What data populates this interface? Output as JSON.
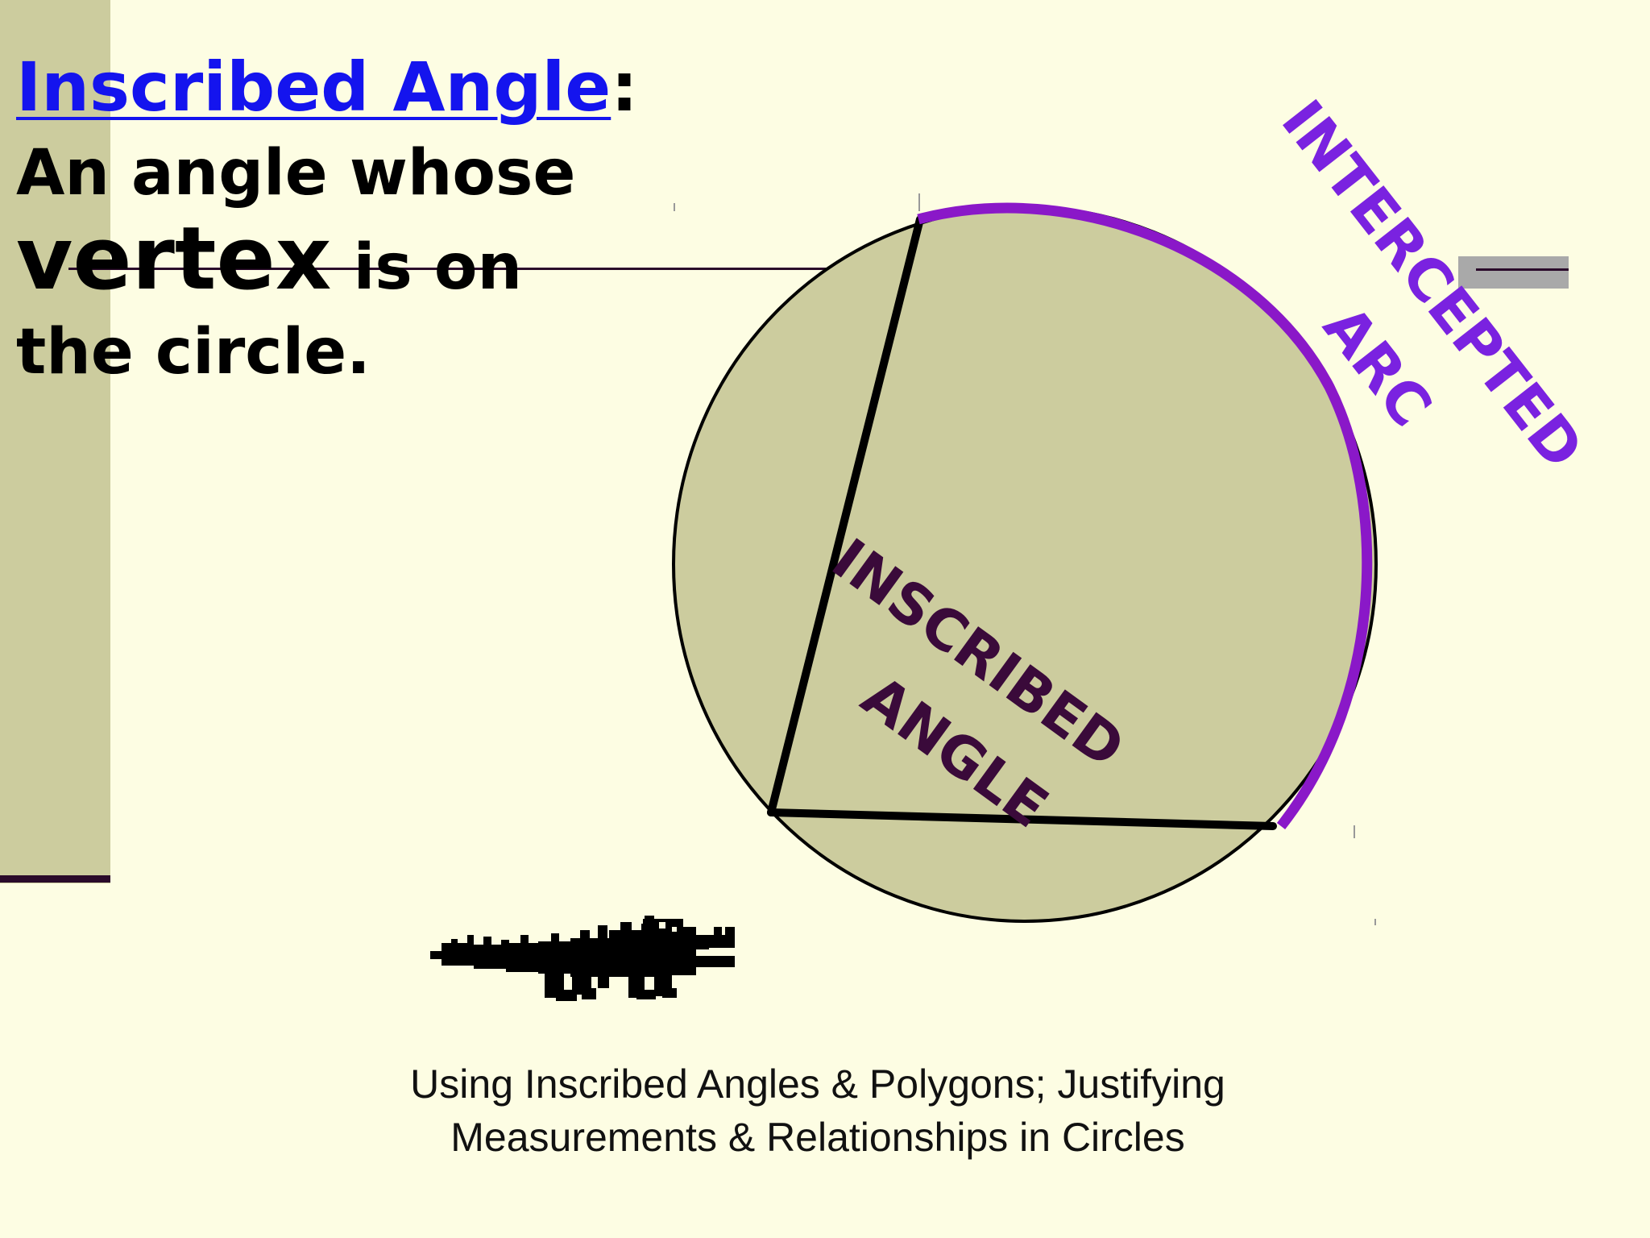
{
  "definition": {
    "term": "Inscribed Angle",
    "colon": ":",
    "line1": "An angle whose",
    "line2_emphasis": "vertex",
    "line2_rest": " is on",
    "line3": "the circle."
  },
  "diagram": {
    "intercepted_arc_label": [
      "INTERCEPTED",
      "ARC"
    ],
    "inscribed_angle_label": [
      "INSCRIBED",
      "ANGLE"
    ],
    "colors": {
      "circle_fill": "#cccc9e",
      "arc": "#8a18c8",
      "arc_label": "#7a22e0",
      "angle_label": "#3a0a3a"
    }
  },
  "decoration": {
    "icon": "alligator-icon"
  },
  "caption": {
    "line1": "Using Inscribed Angles & Polygons; Justifying",
    "line2": "Measurements & Relationships in Circles"
  }
}
